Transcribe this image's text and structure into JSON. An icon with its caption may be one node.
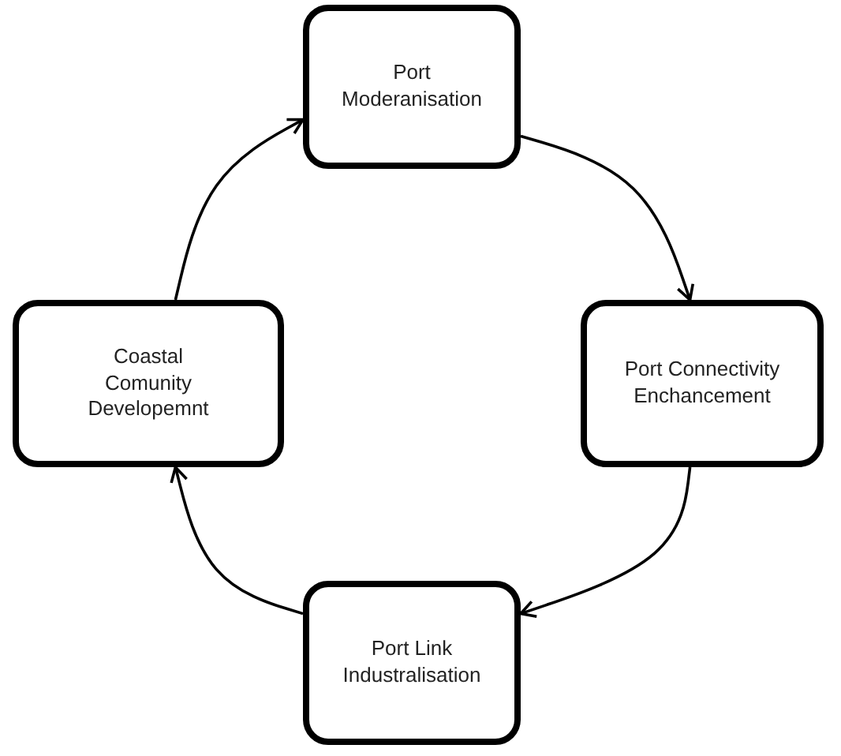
{
  "diagram": {
    "nodes": [
      {
        "text": [
          "Port Moderanisation"
        ]
      },
      {
        "text": [
          "Port Connectivity Enchancement"
        ]
      },
      {
        "text": [
          "Port Link Industralisation"
        ]
      },
      {
        "text": [
          "Coastal Comunity Developemnt"
        ]
      }
    ],
    "edges": [
      {
        "from": 0,
        "to": 1,
        "arrow": "to"
      },
      {
        "from": 1,
        "to": 2,
        "arrow": "to"
      },
      {
        "from": 2,
        "to": 3,
        "arrow": "to"
      },
      {
        "from": 3,
        "to": 0,
        "arrow": "to"
      }
    ]
  }
}
